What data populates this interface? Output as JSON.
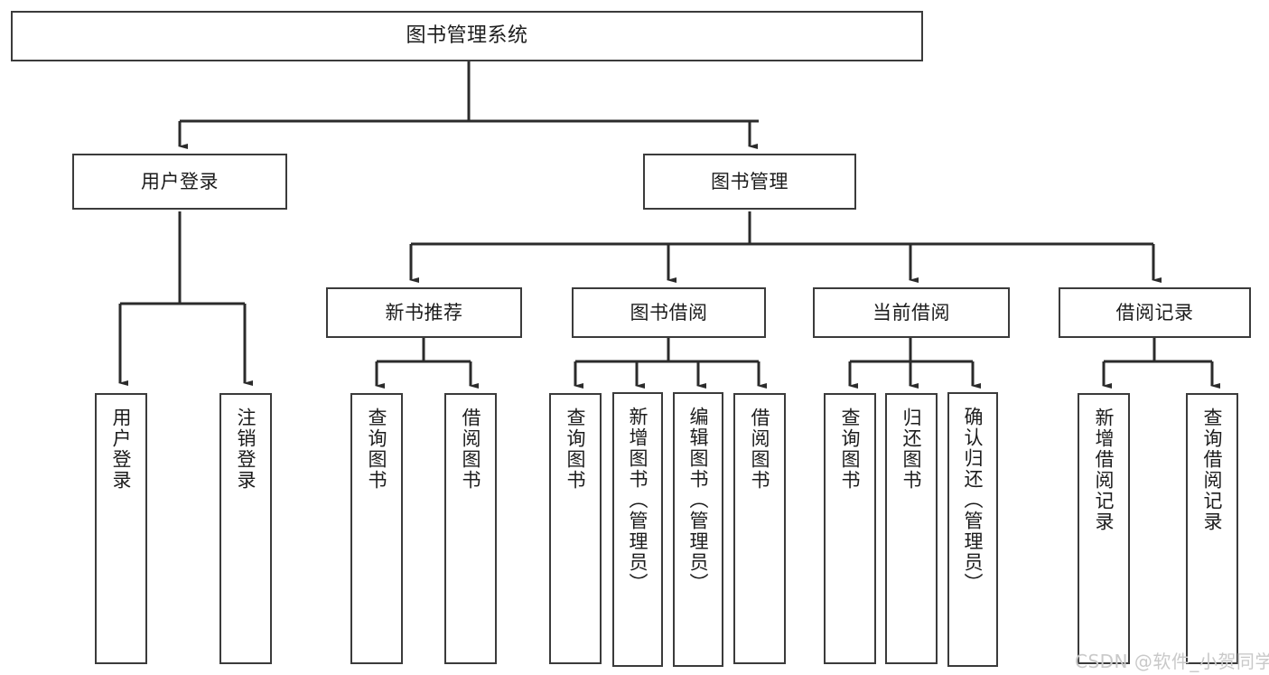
{
  "diagram": {
    "type": "tree-hierarchy-flowchart",
    "title": "图书管理系统",
    "levels": [
      {
        "level": 1,
        "nodes": [
          {
            "id": "root",
            "label": "图书管理系统",
            "orientation": "horizontal"
          }
        ]
      },
      {
        "level": 2,
        "nodes": [
          {
            "id": "user-login",
            "label": "用户登录",
            "orientation": "horizontal",
            "parent": "root"
          },
          {
            "id": "book-manage",
            "label": "图书管理",
            "orientation": "horizontal",
            "parent": "root"
          }
        ]
      },
      {
        "level": 3,
        "nodes": [
          {
            "id": "new-book-rec",
            "label": "新书推荐",
            "orientation": "horizontal",
            "parent": "book-manage"
          },
          {
            "id": "book-borrow",
            "label": "图书借阅",
            "orientation": "horizontal",
            "parent": "book-manage"
          },
          {
            "id": "current-borrow",
            "label": "当前借阅",
            "orientation": "horizontal",
            "parent": "book-manage"
          },
          {
            "id": "borrow-record",
            "label": "借阅记录",
            "orientation": "horizontal",
            "parent": "book-manage"
          }
        ]
      },
      {
        "level": 4,
        "nodes": [
          {
            "id": "leaf-user-login",
            "label": "用户登录",
            "orientation": "vertical",
            "parent": "user-login"
          },
          {
            "id": "leaf-logout",
            "label": "注销登录",
            "orientation": "vertical",
            "parent": "user-login"
          },
          {
            "id": "leaf-query-book-1",
            "label": "查询图书",
            "orientation": "vertical",
            "parent": "new-book-rec"
          },
          {
            "id": "leaf-borrow-book-1",
            "label": "借阅图书",
            "orientation": "vertical",
            "parent": "new-book-rec"
          },
          {
            "id": "leaf-query-book-2",
            "label": "查询图书",
            "orientation": "vertical",
            "parent": "book-borrow"
          },
          {
            "id": "leaf-add-book",
            "label": "新增图书（管理员）",
            "orientation": "vertical",
            "parent": "book-borrow"
          },
          {
            "id": "leaf-edit-book",
            "label": "编辑图书（管理员）",
            "orientation": "vertical",
            "parent": "book-borrow"
          },
          {
            "id": "leaf-borrow-book-2",
            "label": "借阅图书",
            "orientation": "vertical",
            "parent": "book-borrow"
          },
          {
            "id": "leaf-query-book-3",
            "label": "查询图书",
            "orientation": "vertical",
            "parent": "current-borrow"
          },
          {
            "id": "leaf-return-book",
            "label": "归还图书",
            "orientation": "vertical",
            "parent": "current-borrow"
          },
          {
            "id": "leaf-confirm-return",
            "label": "确认归还（管理员）",
            "orientation": "vertical",
            "parent": "current-borrow"
          },
          {
            "id": "leaf-add-record",
            "label": "新增借阅记录",
            "orientation": "vertical",
            "parent": "borrow-record"
          },
          {
            "id": "leaf-query-record",
            "label": "查询借阅记录",
            "orientation": "vertical",
            "parent": "borrow-record"
          }
        ]
      }
    ],
    "watermark": "CSDN @软件_小贺同学",
    "colors": {
      "box_border": "#3b3b3b",
      "box_fill": "#ffffff",
      "connector": "#2b2b2b",
      "text": "#1c1c1c",
      "watermark": "#c9c9c9",
      "background": "#ffffff"
    }
  }
}
